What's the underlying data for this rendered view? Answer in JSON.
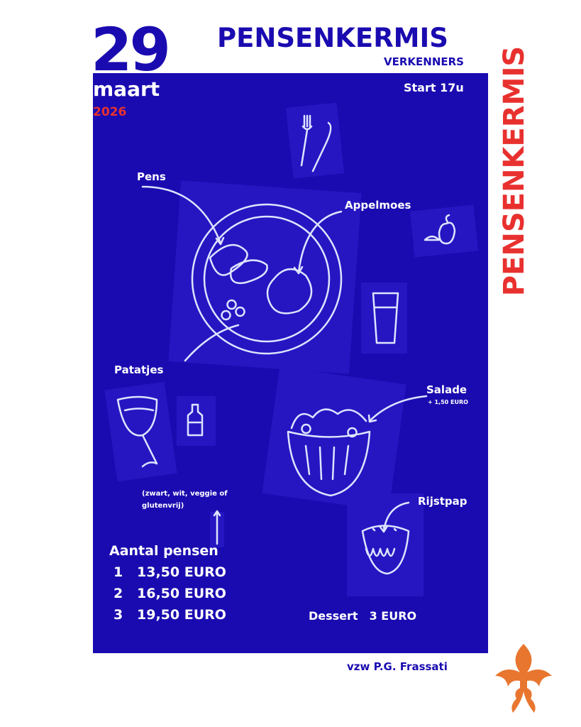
{
  "header": {
    "day": "29",
    "month": "maart",
    "year": "2026",
    "title": "PENSENKERMIS",
    "subtitle": "VERKENNERS",
    "side_title": "PENSENKERMIS",
    "start": "Start 17u"
  },
  "labels": {
    "pens": "Pens",
    "appelmoes": "Appelmoes",
    "patatjes": "Patatjes",
    "salade": "Salade",
    "salade_price": "+ 1,50 EURO",
    "rijstpap": "Rijstpap",
    "note_line1": "(zwart, wit, veggie of",
    "note_line2": "glutenvrij)"
  },
  "prices": {
    "heading": "Aantal pensen",
    "rows": [
      {
        "qty": "1",
        "price": "13,50 EURO"
      },
      {
        "qty": "2",
        "price": "16,50 EURO"
      },
      {
        "qty": "3",
        "price": "19,50 EURO"
      }
    ],
    "dessert_label": "Dessert",
    "dessert_price": "3 EURO"
  },
  "footer": {
    "organisation": "vzw P.G. Frassati"
  },
  "colors": {
    "blue": "#1a0bb0",
    "red": "#e8312f",
    "orange": "#e8762f"
  }
}
